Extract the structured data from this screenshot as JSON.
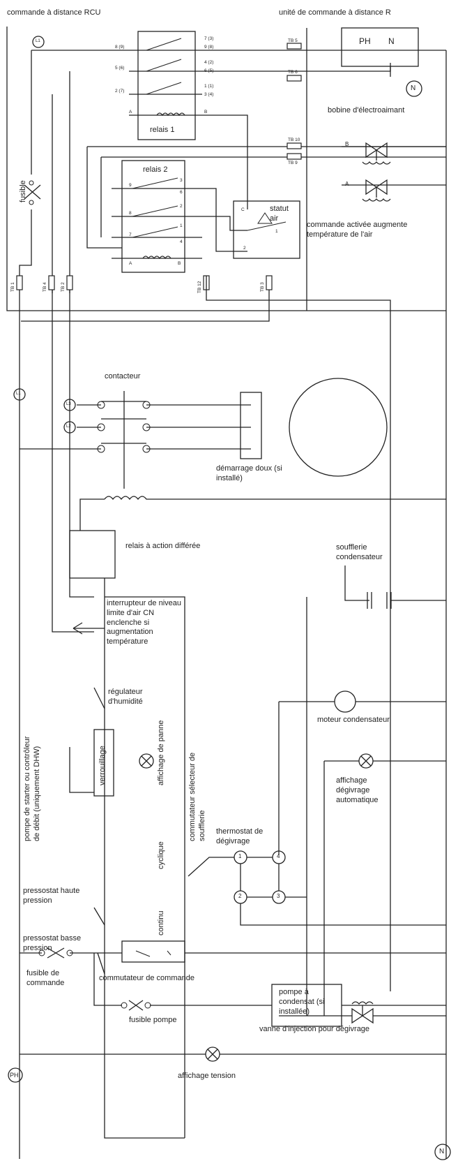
{
  "header": {
    "left": "commande à distance RCU",
    "right": "unité de commande à distance R"
  },
  "remote_unit": {
    "ph": "PH",
    "n": "N"
  },
  "nodes": {
    "n_top": "N",
    "n_bottom": "N",
    "ph": "PH",
    "l1_top": "L1",
    "l1_mid": "L1",
    "l3": "L3",
    "l2": "L2"
  },
  "relay1": {
    "label": "relais 1",
    "left_pins": [
      "8 (9)",
      "5 (6)",
      "2 (7)",
      "A"
    ],
    "right_pins": [
      "7 (3)",
      "9 (8)",
      "4 (2)",
      "6 (5)",
      "1 (1)",
      "3 (4)",
      "B"
    ]
  },
  "relay2": {
    "label": "relais 2",
    "left_pins": [
      "9",
      "8",
      "7",
      "A"
    ],
    "right_pins": [
      "3",
      "6",
      "2",
      "1",
      "4",
      "B"
    ]
  },
  "terminals": {
    "tb5": "TB 5",
    "tb6": "TB 6",
    "tb10": "TB 10",
    "tb9": "TB 9",
    "tb1": "TB 1",
    "tb4": "TB 4",
    "tb2": "TB 2",
    "tb12": "TB 12",
    "tb3": "TB 3"
  },
  "labels": {
    "fuse": "fusible",
    "solenoid": "bobine d'électroaimant",
    "sol_b": "B",
    "sol_a": "A",
    "air_status": "statut air",
    "air_c": "C",
    "air_1": "1",
    "air_2": "2",
    "air_cmd": "commande activée augmente température de l'air",
    "contactor": "contacteur",
    "soft_start": "démarrage doux (si installé)",
    "delay_relay": "relais à action différée",
    "air_limit": "interrupteur de niveau limite d'air CN enclenche si augmentation température",
    "humidity": "régulateur d'humidité",
    "starter_pump": "pompe de starter ou contrôleur de débit (uniquement DHW)",
    "interlock": "verrouillage",
    "fault_display": "affichage de panne",
    "fan_selector": "commutateur sélecteur de soufflerie",
    "cyclic": "cyclique",
    "continuous": "continu",
    "defrost_thermostat": "thermostat de dégivrage",
    "condenser_fan": "soufflerie condensateur",
    "condenser_motor": "moteur condensateur",
    "defrost_display": "affichage dégivrage automatique",
    "injection_valve": "vanne d'injection pour dégivrage",
    "hp_switch": "pressostat haute pression",
    "lp_switch": "pressostat basse pression",
    "control_fuse": "fusible de commande",
    "control_switch": "commutateur de commande",
    "pump_fuse": "fusible pompe",
    "condensate_pump": "pompe à condensat (si installée)",
    "voltage_display": "affichage tension",
    "th1": "1",
    "th2": "2",
    "th3": "3",
    "th4": "4"
  }
}
